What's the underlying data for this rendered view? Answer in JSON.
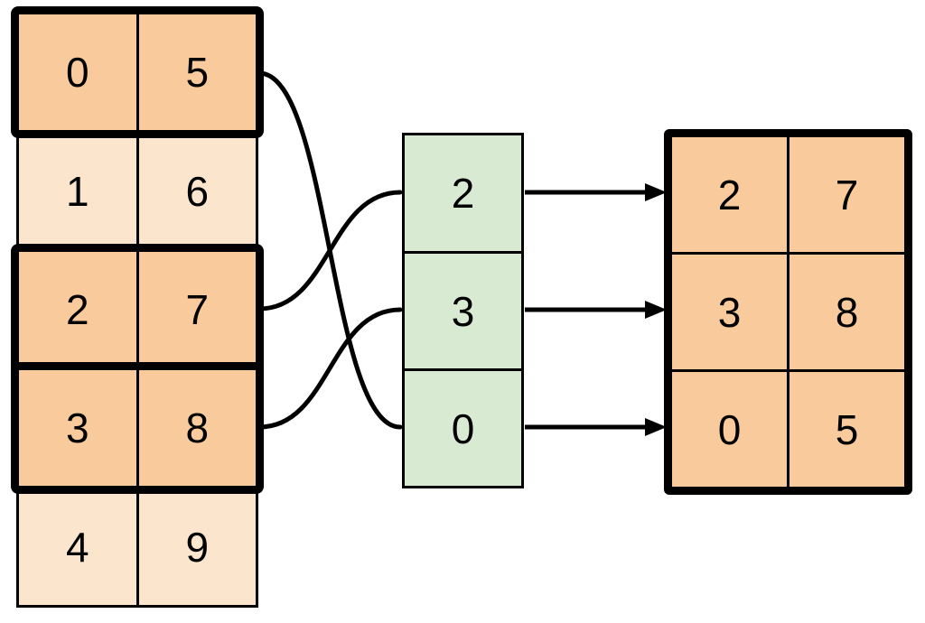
{
  "source_table": {
    "rows": [
      {
        "cells": [
          "0",
          "5"
        ],
        "highlighted": true
      },
      {
        "cells": [
          "1",
          "6"
        ],
        "highlighted": false
      },
      {
        "cells": [
          "2",
          "7"
        ],
        "highlighted": true
      },
      {
        "cells": [
          "3",
          "8"
        ],
        "highlighted": true
      },
      {
        "cells": [
          "4",
          "9"
        ],
        "highlighted": false
      }
    ]
  },
  "index_column": {
    "values": [
      "2",
      "3",
      "0"
    ]
  },
  "result_table": {
    "rows": [
      {
        "cells": [
          "2",
          "7"
        ]
      },
      {
        "cells": [
          "3",
          "8"
        ]
      },
      {
        "cells": [
          "0",
          "5"
        ]
      }
    ]
  },
  "connections": {
    "source_to_index": [
      {
        "source_row": 0,
        "index_cell": 2
      },
      {
        "source_row": 2,
        "index_cell": 0
      },
      {
        "source_row": 3,
        "index_cell": 1
      }
    ],
    "index_to_result": [
      {
        "index_cell": 0,
        "result_row": 0
      },
      {
        "index_cell": 1,
        "result_row": 1
      },
      {
        "index_cell": 2,
        "result_row": 2
      }
    ]
  },
  "colors": {
    "selected_row_fill": "#F9CB9C",
    "unselected_row_fill": "#FCE5CD",
    "index_fill": "#D9EAD3",
    "line": "#000000",
    "background": "#FFFFFF"
  }
}
